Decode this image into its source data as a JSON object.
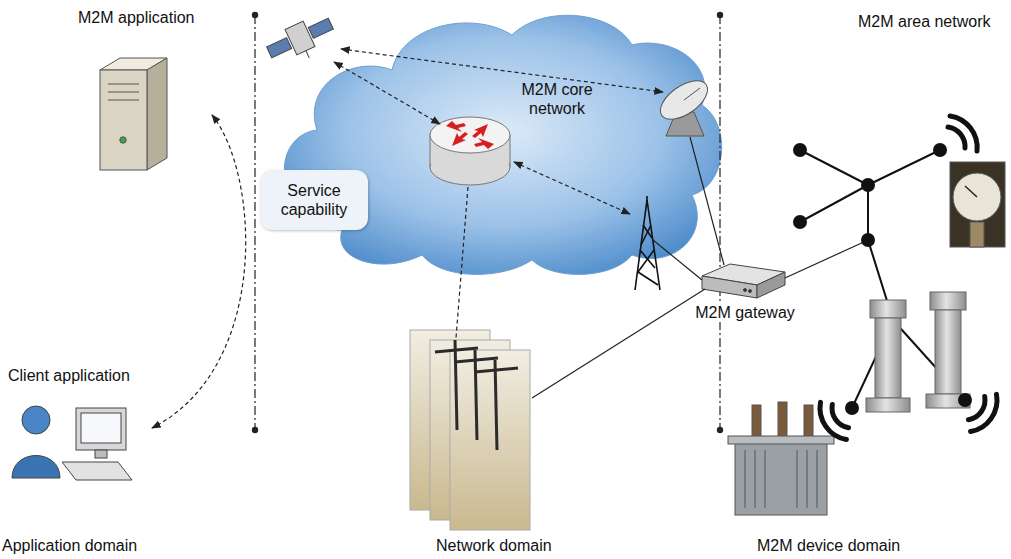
{
  "diagram": {
    "nodes": [
      {
        "text": [
          "M2M application"
        ]
      },
      {
        "text": [
          "M2M core network"
        ]
      },
      {
        "text": [
          "Service capability"
        ],
        "in": 1
      },
      {
        "text": [
          "Client application"
        ]
      },
      {
        "text": [
          "M2M gateway"
        ]
      }
    ],
    "edges": [
      {
        "from": 0,
        "to": 3,
        "arrow": "both"
      }
    ],
    "labels": [
      "M2M area network",
      "Application domain",
      "Network domain",
      "M2M device domain"
    ]
  }
}
